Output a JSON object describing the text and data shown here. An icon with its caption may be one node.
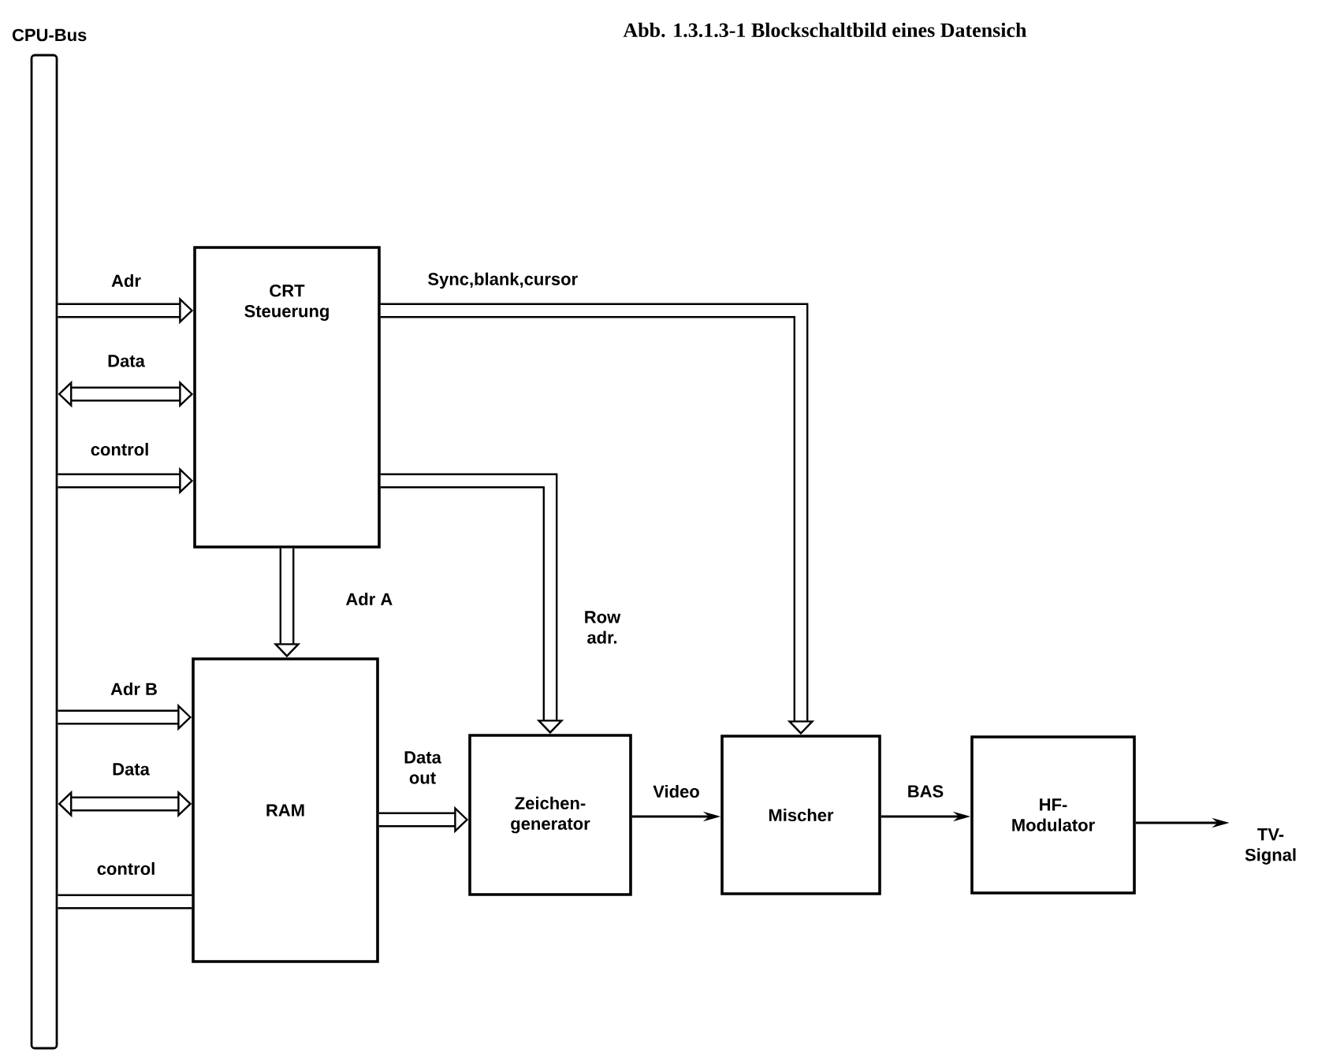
{
  "diagram": {
    "title": "Abb. 1.3.1.3-1 Blockschaltbild eines Datensich",
    "nodes": [
      {
        "text": [
          "CPU-Bus"
        ]
      },
      {
        "text": [
          "CRT Steuerung"
        ]
      },
      {
        "text": [
          "RAM"
        ]
      },
      {
        "text": [
          "Zeichen- generator"
        ]
      },
      {
        "text": [
          "Mischer"
        ]
      },
      {
        "text": [
          "HF- Modulator"
        ]
      },
      {
        "text": [
          "TV- Signal"
        ]
      }
    ],
    "edges": [
      {
        "from": 0,
        "to": 1,
        "arrow": "to",
        "label": "Adr"
      },
      {
        "from": 0,
        "to": 1,
        "arrow": "both",
        "label": "Data"
      },
      {
        "from": 0,
        "to": 1,
        "arrow": "to",
        "label": "control"
      },
      {
        "from": 1,
        "to": 4,
        "arrow": "to",
        "label": "Sync,blank,cursor"
      },
      {
        "from": 1,
        "to": 3,
        "arrow": "to",
        "label": "Row adr."
      },
      {
        "from": 1,
        "to": 2,
        "arrow": "to",
        "label": "Adr A"
      },
      {
        "from": 0,
        "to": 2,
        "arrow": "to",
        "label": "Adr B"
      },
      {
        "from": 0,
        "to": 2,
        "arrow": "both",
        "label": "Data"
      },
      {
        "from": 0,
        "to": 2,
        "arrow": "none",
        "label": "control"
      },
      {
        "from": 2,
        "to": 3,
        "arrow": "to",
        "label": "Data out"
      },
      {
        "from": 3,
        "to": 4,
        "arrow": "to",
        "label": "Video"
      },
      {
        "from": 4,
        "to": 5,
        "arrow": "to",
        "label": "BAS"
      },
      {
        "from": 5,
        "to": 6,
        "arrow": "to"
      }
    ]
  }
}
